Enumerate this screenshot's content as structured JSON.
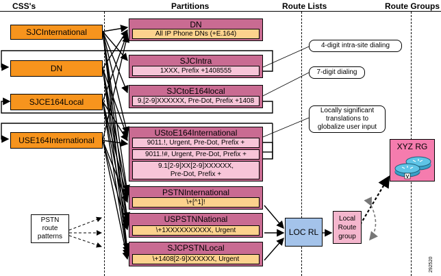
{
  "headers": {
    "css": "CSS's",
    "partitions": "Partitions",
    "route_lists": "Route Lists",
    "route_groups": "Route Groups"
  },
  "css_boxes": [
    "SJCInternational",
    "DN",
    "SJCE164Local",
    "USE164International"
  ],
  "partitions": {
    "dn": {
      "title": "DN",
      "entry": "All IP Phone DNs (+E.164)"
    },
    "sjcintra": {
      "title": "SJCIntra",
      "entry": "1XXX, Prefix +1408555"
    },
    "sjctoe164local": {
      "title": "SJCtoE164local",
      "entry": "9.[2-9]XXXXXX, Pre-Dot, Prefix +1408"
    },
    "ustoe164international": {
      "title": "UStoE164International",
      "entry1": "9011.!, Urgent, Pre-Dot, Prefix +",
      "entry2": "9011.!#, Urgent, Pre-Dot, Prefix +",
      "entry3a": "9.1[2-9]XX[2-9]XXXXXX,",
      "entry3b": "Pre-Dot, Prefix +"
    },
    "pstninternational": {
      "title": "PSTNInternational",
      "entry": "\\+[^1]!"
    },
    "uspstnnational": {
      "title": "USPSTNNational",
      "entry": "\\+1XXXXXXXXXX, Urgent"
    },
    "sjcpstnlocal": {
      "title": "SJCPSTNLocal",
      "entry": "\\+1408[2-9]XXXXXX, Urgent"
    }
  },
  "callouts": {
    "intra": "4-digit intra-site dialing",
    "seven": "7-digit dialing",
    "local_line1": "Locally significant",
    "local_line2": "translations to",
    "local_line3": "globalize user input"
  },
  "pstn_patterns": {
    "line1": "PSTN",
    "line2": "route",
    "line3": "patterns"
  },
  "route_list": "LOC RL",
  "local_route_group": {
    "line1": "Local",
    "line2": "Route",
    "line3": "group"
  },
  "route_group": "XYZ RG",
  "router_badge": "V",
  "figure_id": "292520",
  "colors": {
    "css_box": "#f7941d",
    "partition": "#c96b92",
    "pattern": "#fcd28d",
    "route_list": "#a4c3ea",
    "route_group": "#f57cae"
  }
}
